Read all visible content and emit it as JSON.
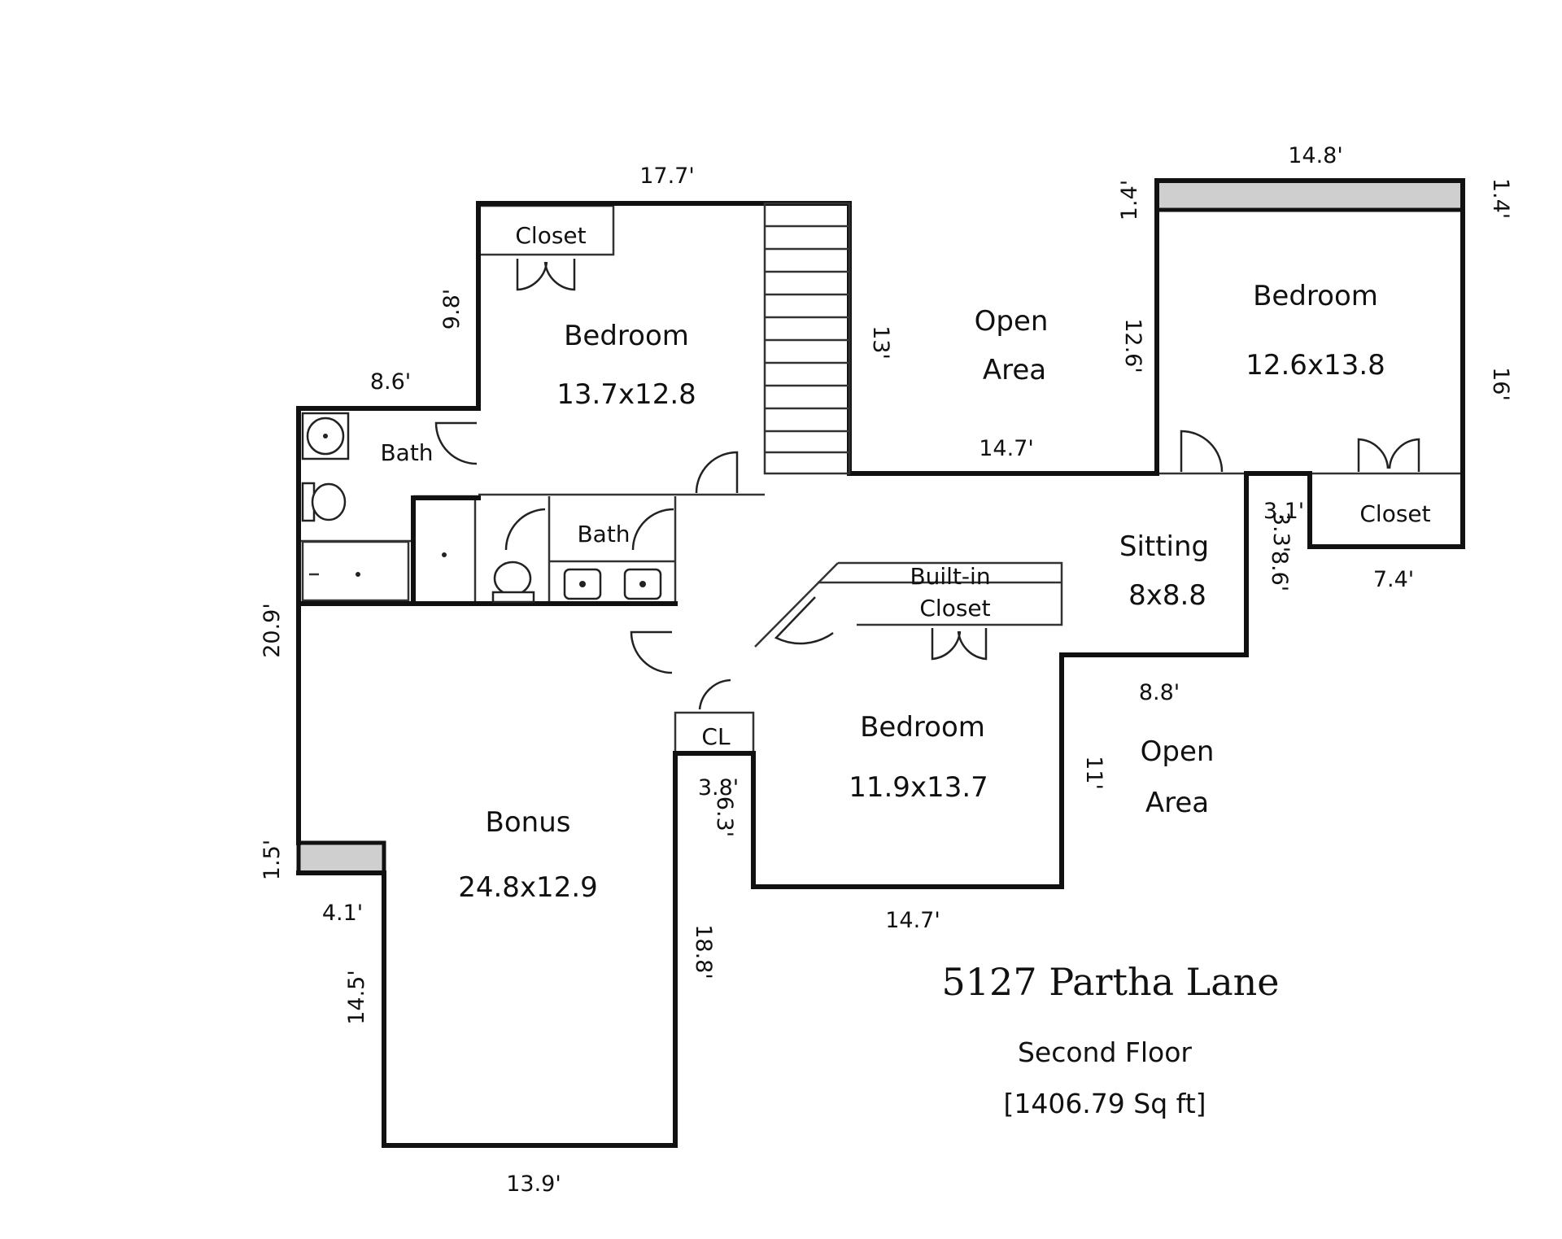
{
  "title": {
    "address": "5127 Partha Lane",
    "floor": "Second Floor",
    "area": "[1406.79 Sq ft]"
  },
  "rooms": {
    "bedroom_1": {
      "name": "Bedroom",
      "dims": "13.7x12.8"
    },
    "bedroom_2": {
      "name": "Bedroom",
      "dims": "12.6x13.8"
    },
    "bedroom_3": {
      "name": "Bedroom",
      "dims": "11.9x13.7"
    },
    "bonus": {
      "name": "Bonus",
      "dims": "24.8x12.9"
    },
    "sitting": {
      "name": "Sitting",
      "dims": "8x8.8"
    },
    "open_area_upper": {
      "line1": "Open",
      "line2": "Area"
    },
    "open_area_lower": {
      "line1": "Open",
      "line2": "Area"
    },
    "bath_1": "Bath",
    "bath_2": "Bath",
    "closet_bedroom_1": "Closet",
    "closet_bedroom_2": "Closet",
    "built_in_closet": {
      "line1": "Built-in",
      "line2": "Closet"
    },
    "cl": "CL"
  },
  "dimensions": {
    "top_bedroom_width": "17.7'",
    "bedroom_1_side": "9.8'",
    "bath_width": "8.6'",
    "stair_height": "13'",
    "open_area_height": "12.6'",
    "open_area_width": "14.7'",
    "bedroom_2_width": "14.8'",
    "bedroom_2_left_small": "1.4'",
    "bedroom_2_right_small": "1.4'",
    "bedroom_2_height": "16'",
    "closet_width": "7.4'",
    "sitting_small": "3.1'",
    "sitting_side_a": "3.3'",
    "sitting_side_b": "8.6'",
    "sitting_width": "8.8'",
    "bedroom_3_height": "11'",
    "bedroom_3_width": "14.7'",
    "left_wall_height": "20.9'",
    "left_ledge_height": "1.5'",
    "left_ledge_width": "4.1'",
    "bonus_lower_left": "14.5'",
    "bonus_width": "13.9'",
    "bonus_right": "18.8'",
    "cl_width": "3.8'",
    "cl_height": "6.3'"
  }
}
